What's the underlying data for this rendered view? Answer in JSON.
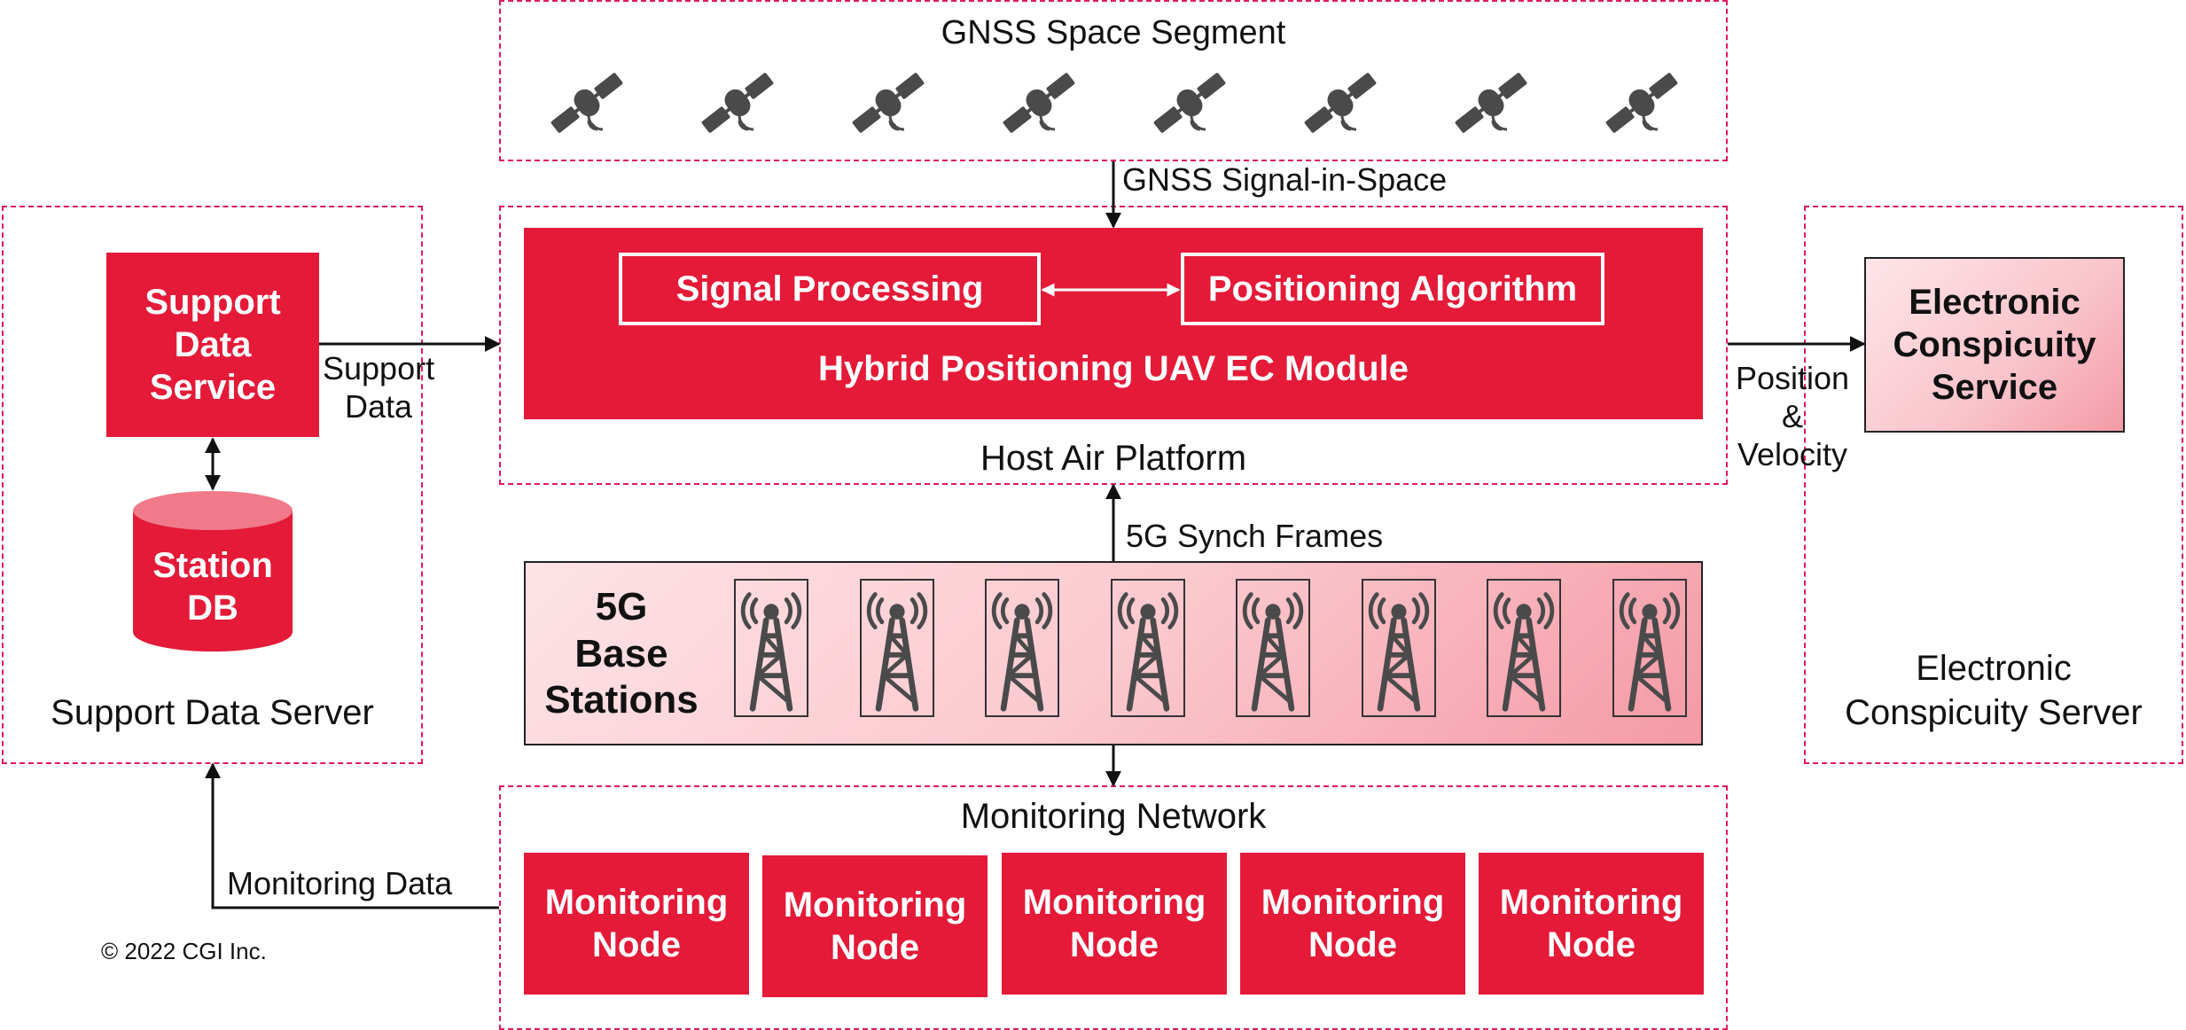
{
  "space_segment": {
    "title": "GNSS Space Segment",
    "satellite_count": 8
  },
  "signals": {
    "gnss": "GNSS Signal-in-Space",
    "synch": "5G Synch Frames",
    "support": "Support\nData",
    "position": "Position\n&\nVelocity",
    "monitoring": "Monitoring Data"
  },
  "host_platform": {
    "title": "Host Air Platform",
    "module_title": "Hybrid Positioning UAV EC Module",
    "signal_processing": "Signal Processing",
    "positioning_algorithm": "Positioning Algorithm"
  },
  "support_server": {
    "title": "Support Data Server",
    "service": "Support\nData\nService",
    "db": "Station\nDB"
  },
  "ec_server": {
    "title": "Electronic\nConspicuity Server",
    "service": "Electronic\nConspicuity\nService"
  },
  "base_stations": {
    "title": "5G\nBase\nStations",
    "tower_count": 8
  },
  "monitoring_network": {
    "title": "Monitoring Network",
    "nodes": [
      "Monitoring\nNode",
      "Monitoring\nNode",
      "Monitoring\nNode",
      "Monitoring\nNode",
      "Monitoring\nNode"
    ]
  },
  "copyright": "© 2022 CGI Inc.",
  "colors": {
    "accent_red": "#e41a38",
    "dashed_border": "#e0195a",
    "pink_fill": "#fbc9cf",
    "icon_gray": "#444444"
  }
}
